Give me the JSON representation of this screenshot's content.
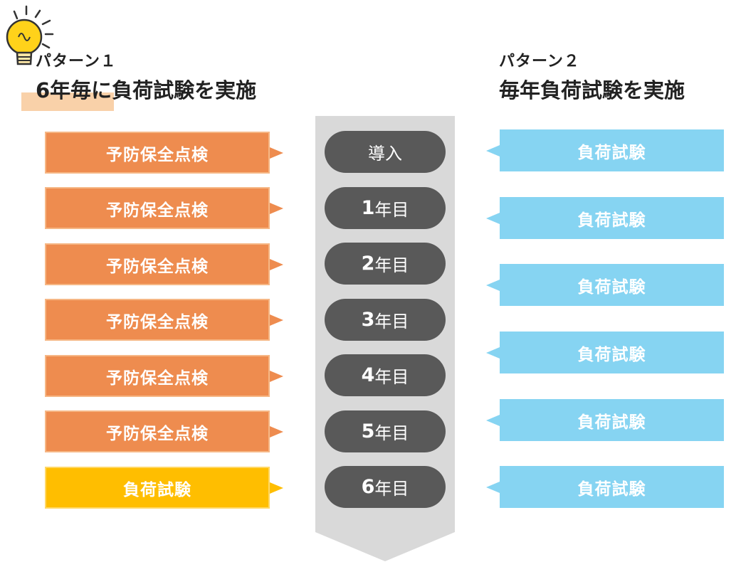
{
  "pattern1": {
    "label": "パターン１",
    "title": "6年毎に負荷試験を実施",
    "highlight_color": "#f8c99a"
  },
  "pattern2": {
    "label": "パターン２",
    "title": "毎年負荷試験を実施"
  },
  "timeline": [
    {
      "num": "",
      "text": "導入"
    },
    {
      "num": "1",
      "text": "年目"
    },
    {
      "num": "2",
      "text": "年目"
    },
    {
      "num": "3",
      "text": "年目"
    },
    {
      "num": "4",
      "text": "年目"
    },
    {
      "num": "5",
      "text": "年目"
    },
    {
      "num": "6",
      "text": "年目"
    }
  ],
  "left_boxes": [
    "予防保全点検",
    "予防保全点検",
    "予防保全点検",
    "予防保全点検",
    "予防保全点検",
    "予防保全点検",
    "負荷試験"
  ],
  "right_boxes": [
    "負荷試験",
    "負荷試験",
    "負荷試験",
    "負荷試験",
    "負荷試験",
    "負荷試験"
  ],
  "colors": {
    "maintenance": "#ee8c4f",
    "load_test_pattern1": "#ffbe00",
    "load_test_pattern2": "#86d4f2",
    "timeline_bg": "#d9d9d9",
    "pill": "#595959"
  },
  "icons": [
    "lightbulb-icon"
  ]
}
